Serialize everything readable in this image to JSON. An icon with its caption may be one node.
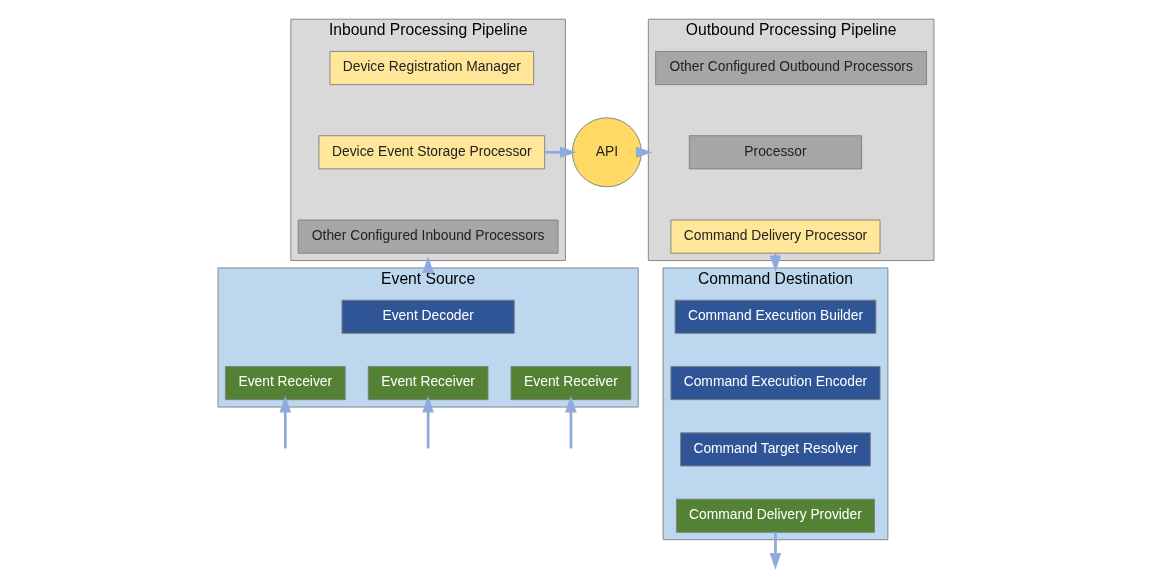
{
  "diagram": {
    "nodes": [
      {
        "text": [
          "Inbound Processing Pipeline"
        ]
      },
      {
        "text": [
          "Device Registration Manager"
        ],
        "in": 0
      },
      {
        "text": [
          "Device Event Storage Processor"
        ],
        "in": 0
      },
      {
        "text": [
          "Other Configured Inbound Processors"
        ],
        "in": 0
      },
      {
        "text": [
          "API"
        ]
      },
      {
        "text": [
          "Outbound Processing Pipeline"
        ]
      },
      {
        "text": [
          "Other Configured Outbound Processors"
        ],
        "in": 5
      },
      {
        "text": [
          "Processor"
        ],
        "in": 5
      },
      {
        "text": [
          "Command Delivery Processor"
        ],
        "in": 5
      },
      {
        "text": [
          "Event Source"
        ]
      },
      {
        "text": [
          "Event Decoder"
        ],
        "in": 9
      },
      {
        "text": [
          "Event Receiver"
        ],
        "in": 9
      },
      {
        "text": [
          "Event Receiver"
        ],
        "in": 9
      },
      {
        "text": [
          "Event Receiver"
        ],
        "in": 9
      },
      {
        "text": [
          "Command Destination"
        ]
      },
      {
        "text": [
          "Command Execution Builder"
        ],
        "in": 14
      },
      {
        "text": [
          "Command Execution Encoder"
        ],
        "in": 14
      },
      {
        "text": [
          "Command Target Resolver"
        ],
        "in": 14
      },
      {
        "text": [
          "Command Delivery Provider"
        ],
        "in": 14
      }
    ],
    "edges": [
      {
        "from": 2,
        "to": 4,
        "arrow": "to"
      },
      {
        "from": 4,
        "to": 5,
        "arrow": "to"
      },
      {
        "from": 9,
        "to": 0,
        "arrow": "to"
      },
      {
        "from": 8,
        "to": 14,
        "arrow": "to"
      },
      {
        "from": null,
        "to": 11,
        "arrow": "to"
      },
      {
        "from": null,
        "to": 12,
        "arrow": "to"
      },
      {
        "from": null,
        "to": 13,
        "arrow": "to"
      },
      {
        "from": 18,
        "to": null,
        "arrow": "to"
      }
    ]
  }
}
